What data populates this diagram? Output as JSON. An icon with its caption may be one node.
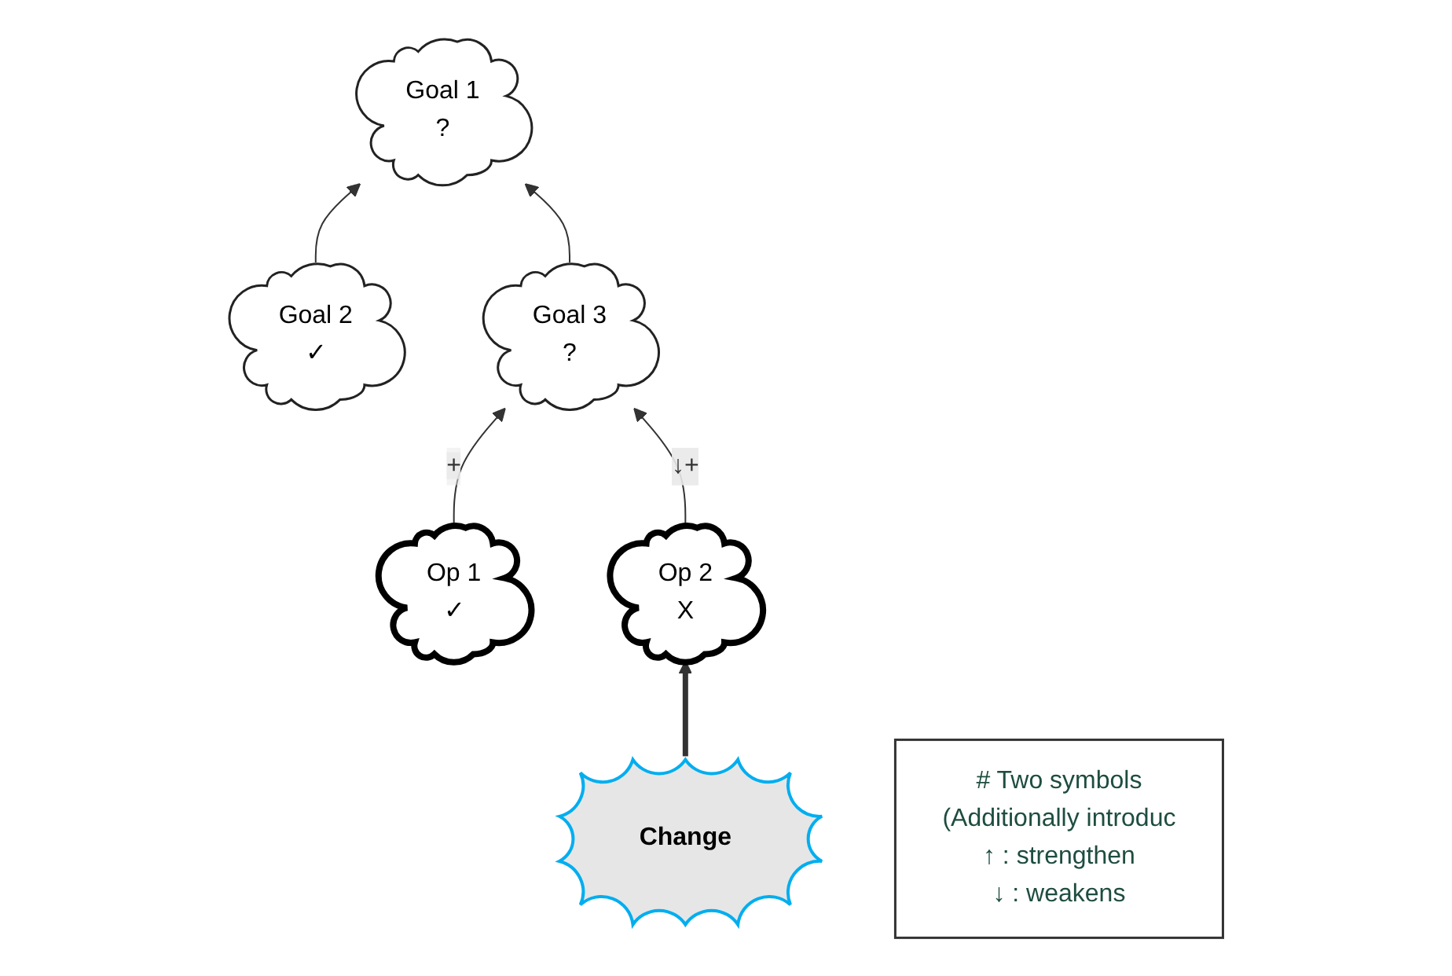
{
  "diagram": {
    "nodes": [
      {
        "text": [
          "Goal 1",
          "?"
        ]
      },
      {
        "text": [
          "Goal 2",
          "✓"
        ]
      },
      {
        "text": [
          "Goal 3",
          "?"
        ]
      },
      {
        "text": [
          "Op 1",
          "✓"
        ]
      },
      {
        "text": [
          "Op 2",
          "X"
        ]
      },
      {
        "text": [
          "Change"
        ]
      },
      {
        "text": [
          "# Two symbols",
          "(Additionally introduc",
          "↑ : strengthen",
          "↓ : weakens"
        ]
      }
    ],
    "edges": [
      {
        "from": 1,
        "to": 0,
        "arrow": "to"
      },
      {
        "from": 2,
        "to": 0,
        "arrow": "to"
      },
      {
        "from": 3,
        "to": 2,
        "arrow": "to",
        "label": "+"
      },
      {
        "from": 4,
        "to": 2,
        "arrow": "to",
        "label": "↓+"
      },
      {
        "from": 5,
        "to": 4,
        "arrow": "to",
        "style": "thick"
      }
    ]
  }
}
